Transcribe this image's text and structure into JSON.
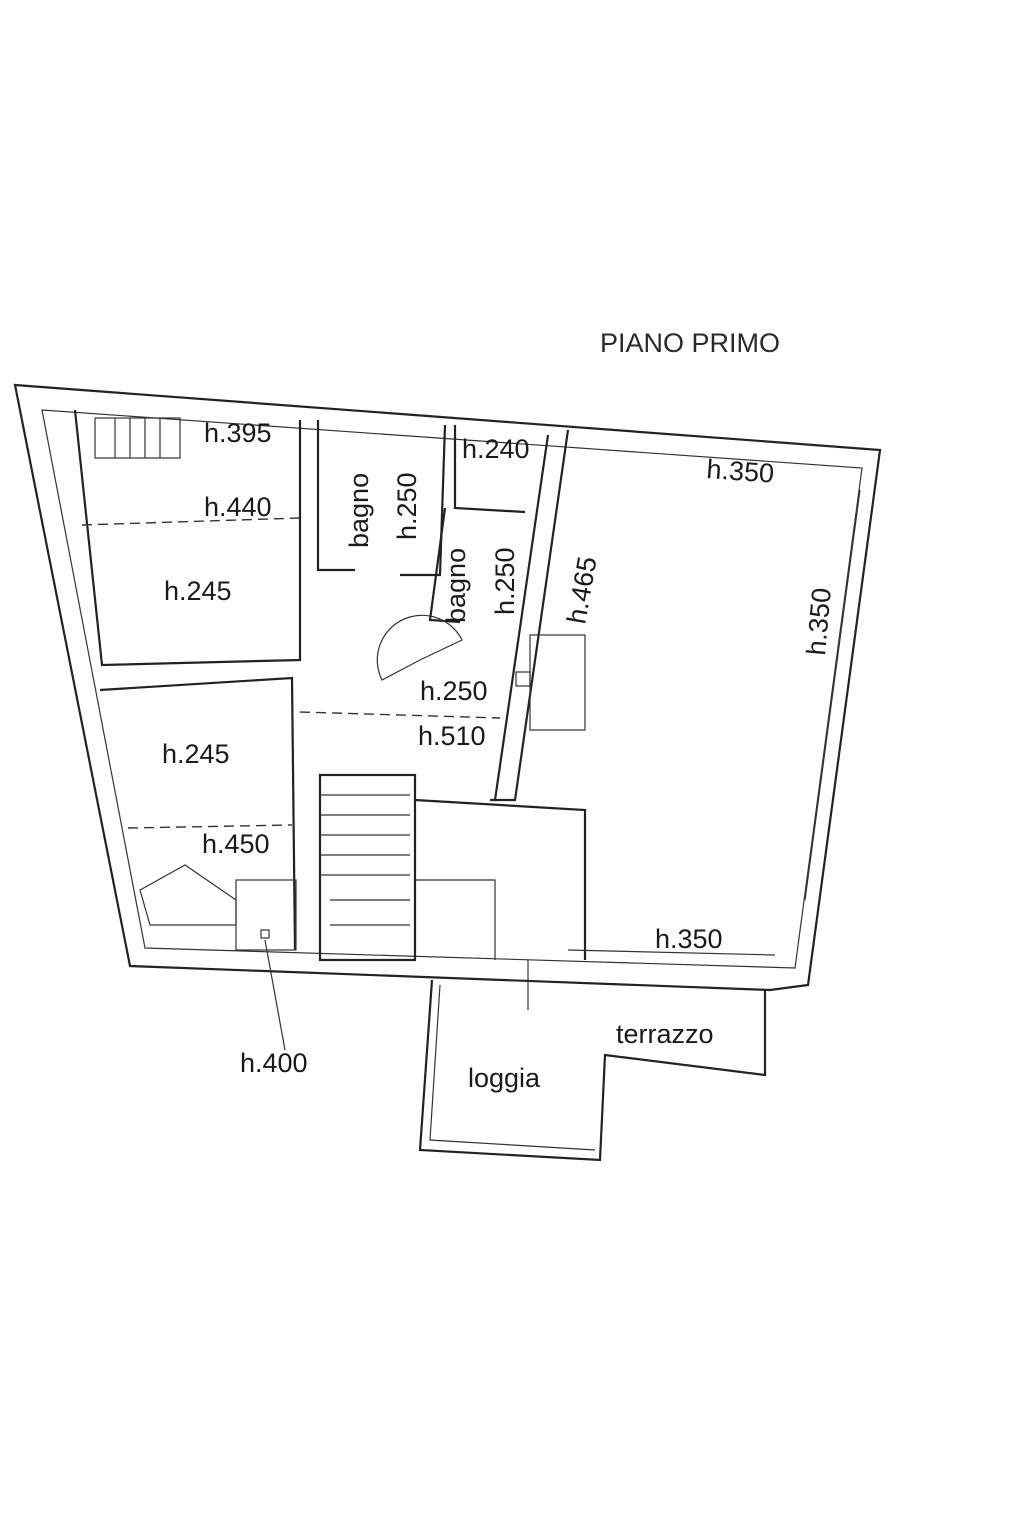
{
  "title": "PIANO PRIMO",
  "rooms": {
    "nw_h1": "h.395",
    "nw_h2": "h.440",
    "nw_h3": "h.245",
    "sw_h1": "h.245",
    "sw_h2": "h.450",
    "sw_h3": "h.400",
    "bagno1": "bagno",
    "bagno1_h": "h.250",
    "small_h": "h.240",
    "bagno2": "bagno",
    "bagno2_h": "h.250",
    "corridor_h": "h.465",
    "hall_h1": "h.250",
    "hall_h2": "h.510",
    "big_h_top": "h.350",
    "big_h_right": "h.350",
    "big_h_bottom": "h.350",
    "terrazzo": "terrazzo",
    "loggia": "loggia"
  }
}
